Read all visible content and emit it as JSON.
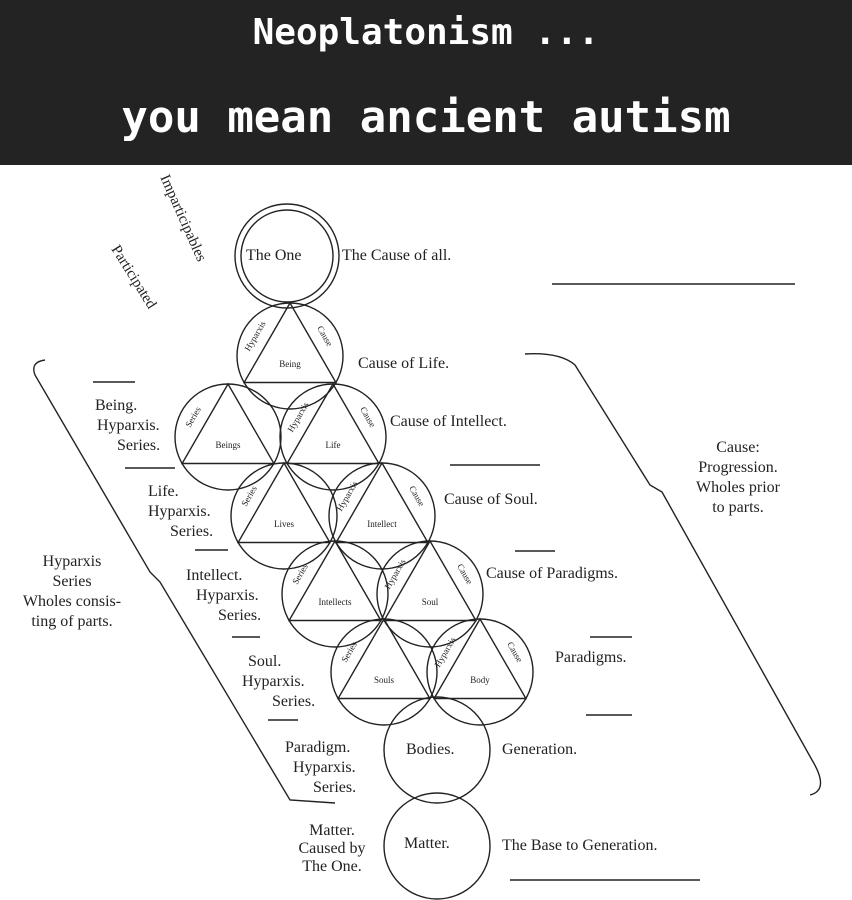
{
  "header": {
    "line1": "Neoplatonism ...",
    "line2": "you mean ancient autism"
  },
  "diagram": {
    "vertical_labels": {
      "imparticipables": "Imparticipables",
      "participated": "Participated"
    },
    "circles": {
      "the_one": "The One",
      "being": "Being",
      "beings": "Beings",
      "life": "Life",
      "lives": "Lives",
      "intellect": "Intellect",
      "intellects": "Intellects",
      "soul": "Soul",
      "souls": "Souls",
      "body": "Body",
      "bodies": "Bodies.",
      "matter": "Matter."
    },
    "segment_labels": {
      "hyparxis": "Hyparxis",
      "cause": "Cause",
      "series": "Series"
    },
    "right_labels": [
      "The Cause of all.",
      "Cause of Life.",
      "Cause of Intellect.",
      "Cause of Soul.",
      "Cause of Paradigms.",
      "Paradigms.",
      "Generation.",
      "The Base to Generation."
    ],
    "left_labels": [
      [
        "Being.",
        "Hyparxis.",
        "Series."
      ],
      [
        "Life.",
        "Hyparxis.",
        "Series."
      ],
      [
        "Intellect.",
        "Hyparxis.",
        "Series."
      ],
      [
        "Soul.",
        "Hyparxis.",
        "Series."
      ],
      [
        "Paradigm.",
        "Hyparxis.",
        "Series."
      ],
      [
        "Matter.",
        "Caused by",
        "The One."
      ]
    ],
    "far_left": [
      "Hyparxis",
      "Series",
      "Wholes consis-",
      "ting of parts."
    ],
    "far_right": [
      "Cause:",
      "Progression.",
      "Wholes prior",
      "to parts."
    ]
  }
}
